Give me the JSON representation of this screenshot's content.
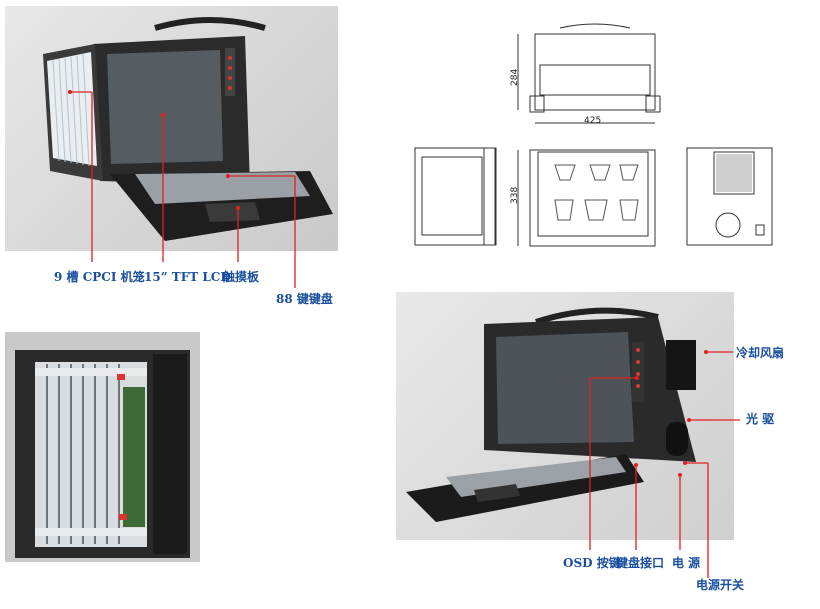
{
  "callouts": {
    "cpci_cage": "9 槽 CPCI 机笼",
    "lcd": "15” TFT LCD",
    "touchpad": "触摸板",
    "keyboard": "88 键键盘",
    "cooling_fan": "冷却风扇",
    "optical_drive": "光 驱",
    "osd_keys": "OSD 按键",
    "keyboard_port": "键盘接口",
    "power": "电 源",
    "power_switch": "电源开关"
  },
  "dimensions": {
    "height": "284",
    "width": "425",
    "depth": "338"
  },
  "colors": {
    "callout_text": "#1a4fa0",
    "callout_line": "#e02020",
    "photo_bg": "#dcdcdc"
  }
}
